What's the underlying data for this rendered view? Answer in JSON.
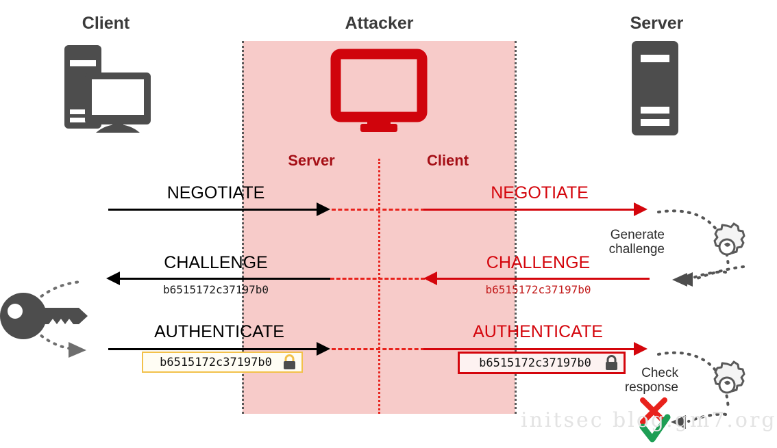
{
  "columns": {
    "client_title": "Client",
    "attacker_title": "Attacker",
    "server_title": "Server"
  },
  "attacker_roles": {
    "server_side": "Server",
    "client_side": "Client"
  },
  "icons": {
    "client": "desktop-computer-icon",
    "attacker": "monitor-icon",
    "server": "server-rack-icon",
    "key": "key-icon",
    "lock": "padlock-icon",
    "gear": "gear-icon",
    "cross": "red-cross-icon",
    "check": "green-check-icon"
  },
  "colors": {
    "attacker_band": "#f7cbc9",
    "red": "#d4050c",
    "dark_red": "#a50f16",
    "dark_gray": "#4d4d4d",
    "yellow_border": "#f2c14a",
    "green": "#1d9e54"
  },
  "challenge_value": "b6515172c37197b0",
  "flows": [
    {
      "id": "negotiate",
      "left_label": "NEGOTIATE",
      "right_label": "NEGOTIATE",
      "direction": "client-to-server"
    },
    {
      "id": "challenge",
      "left_label": "CHALLENGE",
      "right_label": "CHALLENGE",
      "left_value": "b6515172c37197b0",
      "right_value": "b6515172c37197b0",
      "direction": "server-to-client"
    },
    {
      "id": "authenticate",
      "left_label": "AUTHENTICATE",
      "right_label": "AUTHENTICATE",
      "left_value": "b6515172c37197b0",
      "right_value": "b6515172c37197b0",
      "direction": "client-to-server"
    }
  ],
  "annotations": {
    "generate_line1": "Generate",
    "generate_line2": "challenge",
    "check_line1": "Check",
    "check_line2": "response"
  },
  "watermark": "initsec blog.gm7.org"
}
